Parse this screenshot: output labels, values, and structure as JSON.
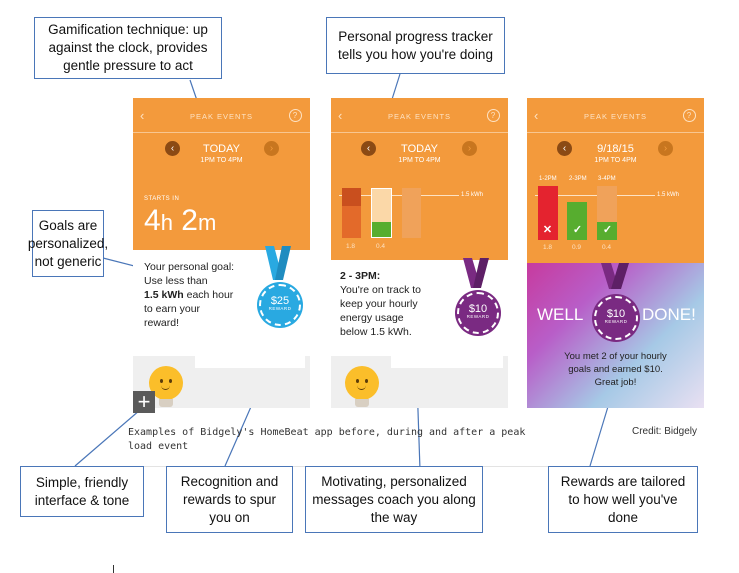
{
  "phones": [
    {
      "header": "PEAK EVENTS",
      "date": "TODAY",
      "time": "1PM TO 4PM",
      "starts_in_label": "STARTS IN",
      "countdown_h": "4",
      "countdown_h_unit": "h",
      "countdown_m": "2",
      "countdown_m_unit": "m",
      "goal_line1": "Your personal goal:",
      "goal_line2": "Use less than",
      "goal_bold": "1.5 kWh",
      "goal_line3": " each hour",
      "goal_line4": "to earn your",
      "goal_line5": "reward!",
      "medal_value": "$25",
      "medal_label": "REWARD"
    },
    {
      "header": "PEAK EVENTS",
      "date": "TODAY",
      "time": "1PM TO 4PM",
      "threshold": "1.5 kWh",
      "bar_values": [
        "1.8",
        "0.4"
      ],
      "msg_title": "2 - 3PM:",
      "msg_line1": "You're on track to",
      "msg_line2": "keep your hourly",
      "msg_line3": "energy usage",
      "msg_line4": "below 1.5 kWh.",
      "medal_value": "$10",
      "medal_label": "REWARD"
    },
    {
      "header": "PEAK EVENTS",
      "date": "9/18/15",
      "time": "1PM TO 4PM",
      "threshold": "1.5 kWh",
      "bar_labels": [
        "1-2PM",
        "2-3PM",
        "3-4PM"
      ],
      "bar_values": [
        "1.8",
        "0.9",
        "0.4"
      ],
      "well": "WELL",
      "done": "DONE!",
      "medal_value": "$10",
      "medal_label": "REWARD",
      "summary_line1": "You met 2 of your hourly",
      "summary_line2": "goals and earned $10.",
      "summary_line3": "Great job!"
    }
  ],
  "caption": {
    "line1": "Examples of Bidgely's HomeBeat app before, during and after a peak",
    "line2": "load event",
    "credit": "Credit: Bidgely"
  },
  "plus_icon": "+",
  "callouts": {
    "gamification": [
      "Gamification technique: up",
      "against the clock, provides",
      "gentle pressure to act"
    ],
    "progress": [
      "Personal progress tracker",
      "tells you how you're doing"
    ],
    "goals": [
      "Goals are",
      "personalized,",
      "not generic"
    ],
    "simple": [
      "Simple, friendly",
      "interface & tone"
    ],
    "recognition": [
      "Recognition and",
      "rewards to spur",
      "you on"
    ],
    "motivating": [
      "Motivating, personalized",
      "messages coach you along",
      "the way"
    ],
    "rewards": [
      "Rewards are tailored",
      "to how well you've",
      "done"
    ]
  },
  "colors": {
    "orange": "#f39a3c",
    "callout_border": "#4a76b8",
    "red": "#e4232f",
    "green": "#57ad2f",
    "blue_medal": "#29a9e1",
    "purple_medal": "#7a2a82"
  }
}
